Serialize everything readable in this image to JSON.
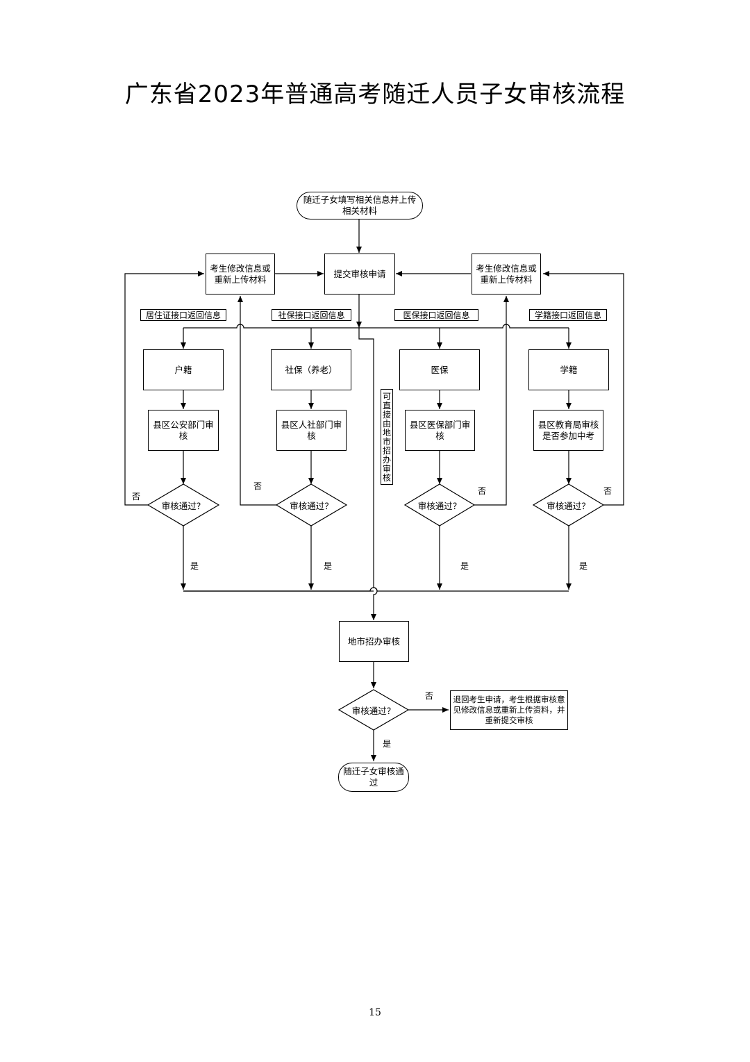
{
  "title": "广东省2023年普通高考随迁人员子女审核流程",
  "nodes": {
    "start": "随迁子女填写相关信息并上传\n相关材料",
    "submit": "提交审核申请",
    "modify_left": "考生修改信息或\n重新上传材料",
    "modify_right": "考生修改信息或\n重新上传材料",
    "huji": "户籍",
    "shebao": "社保（养老）",
    "yibao": "医保",
    "xueji": "学籍",
    "review_police": "县区公安部门审\n核",
    "review_hr": "县区人社部门审\n核",
    "review_medical": "县区医保部门审\n核",
    "review_edu": "县区教育局审核\n是否参加中考",
    "decision_1": "审核通过？",
    "decision_2": "审核通过？",
    "decision_3": "审核通过？",
    "decision_4": "审核通过？",
    "city_review": "地市招办审核",
    "decision_city": "审核通过？",
    "return_note": "退回考生申请，考生根据审核意\n见修改信息或重新上传资料，并\n重新提交审核",
    "end": "随迁子女审核通\n过",
    "direct_city": "可直接由地市招办审核"
  },
  "tags": {
    "residence": "居住证接口返回信息",
    "social": "社保接口返回信息",
    "medical": "医保接口返回信息",
    "school": "学籍接口返回信息"
  },
  "labels": {
    "no": "否",
    "yes": "是"
  },
  "page_number": "15"
}
